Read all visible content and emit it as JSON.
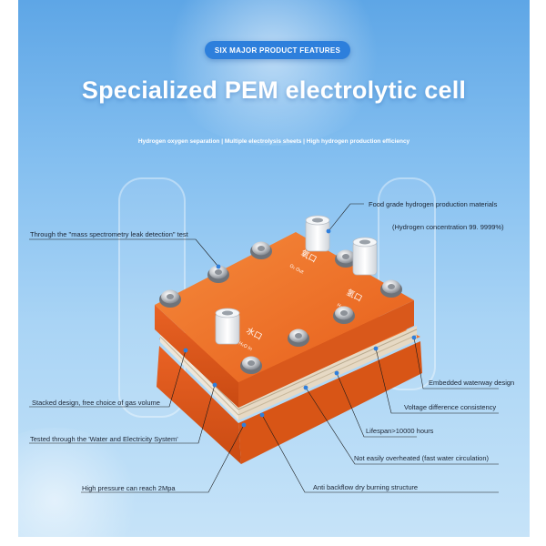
{
  "header": {
    "badge": "SIX MAJOR PRODUCT FEATURES",
    "title": "Specialized PEM electrolytic cell",
    "subtitle": "Hydrogen oxygen separation | Multiple electrolysis sheets | High hydrogen production efficiency"
  },
  "callouts": {
    "food_grade": "Food grade hydrogen production materials",
    "concentration": "(Hydrogen concentration 99. 9999%)",
    "leak_test": "Through the \"mass spectrometry leak detection\" test",
    "waterway": "Embedded waterway design",
    "stacked": "Stacked design, free choice of gas volume",
    "voltage": "Voltage difference consistency",
    "lifespan": "Lifespan>10000 hours",
    "water_electricity": "Tested through the 'Water and Electricity System'",
    "overheat": "Not easily overheated (fast water circulation)",
    "pressure": "High pressure can reach 2Mpa",
    "backflow": "Anti backflow dry burning structure"
  },
  "device_markings": {
    "o2_port_cn": "氧口",
    "o2_port_en": "O₂ Out",
    "h2_port_cn": "氢口",
    "h2_port_en": "H₂ Out",
    "water_port_cn": "水口",
    "water_port_en": "H₂O In"
  },
  "colors": {
    "background_top": "#5ea6e6",
    "background_bottom": "#c6e3f8",
    "badge": "#2d7fdc",
    "cell_body": "#ec6a24",
    "leader_line": "#1a1a1a",
    "anchor_dot": "#2f7fdc"
  }
}
